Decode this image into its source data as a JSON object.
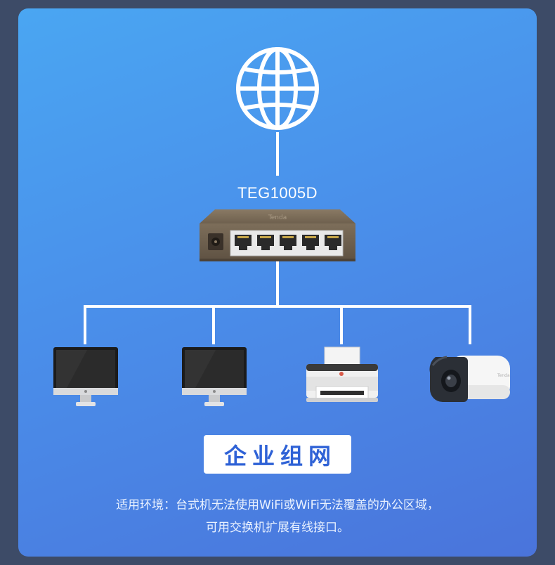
{
  "diagram": {
    "model_name": "TEG1005D",
    "title": "企业组网",
    "description_line1": "适用环境：台式机无法使用WiFi或WiFi无法覆盖的办公区域，",
    "description_line2": "可用交换机扩展有线接口。",
    "icons": {
      "internet": "globe-icon",
      "switch": "network-switch-icon",
      "devices": [
        "desktop-monitor-icon",
        "desktop-monitor-icon",
        "printer-icon",
        "ip-camera-icon"
      ]
    },
    "colors": {
      "background_start": "#4aa6f2",
      "background_end": "#4a74db",
      "frame": "#3d4b67",
      "badge_text": "#2f62d6",
      "lines": "#ffffff"
    }
  }
}
